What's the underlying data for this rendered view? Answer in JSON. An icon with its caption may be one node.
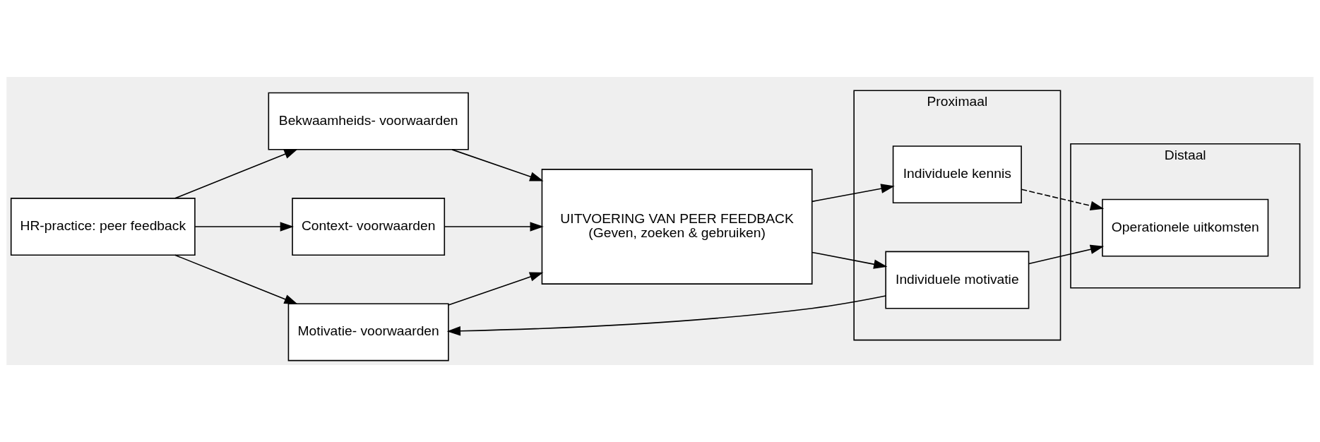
{
  "diagram": {
    "nodes": [
      {
        "text": [
          "HR-practice: peer feedback"
        ]
      },
      {
        "text": [
          "Bekwaamheids- voorwaarden"
        ]
      },
      {
        "text": [
          "Context- voorwaarden"
        ]
      },
      {
        "text": [
          "Motivatie- voorwaarden"
        ]
      },
      {
        "text": [
          "UITVOERING VAN PEER FEEDBACK",
          "(Geven, zoeken & gebruiken)"
        ]
      },
      {
        "text": [
          "Proximaal"
        ]
      },
      {
        "text": [
          "Individuele kennis"
        ],
        "in": 5
      },
      {
        "text": [
          "Individuele motivatie"
        ],
        "in": 5
      },
      {
        "text": [
          "Distaal"
        ]
      },
      {
        "text": [
          "Operationele uitkomsten"
        ],
        "in": 8
      }
    ],
    "edges": [
      {
        "from": 0,
        "to": 1,
        "arrow": "to"
      },
      {
        "from": 0,
        "to": 2,
        "arrow": "to"
      },
      {
        "from": 0,
        "to": 3,
        "arrow": "to"
      },
      {
        "from": 1,
        "to": 4,
        "arrow": "to"
      },
      {
        "from": 2,
        "to": 4,
        "arrow": "to"
      },
      {
        "from": 3,
        "to": 4,
        "arrow": "to"
      },
      {
        "from": 4,
        "to": 6,
        "arrow": "to"
      },
      {
        "from": 4,
        "to": 7,
        "arrow": "to"
      },
      {
        "from": 6,
        "to": 9,
        "arrow": "to",
        "style": "dashed"
      },
      {
        "from": 7,
        "to": 9,
        "arrow": "to"
      },
      {
        "from": 7,
        "to": 3,
        "arrow": "to"
      }
    ]
  }
}
